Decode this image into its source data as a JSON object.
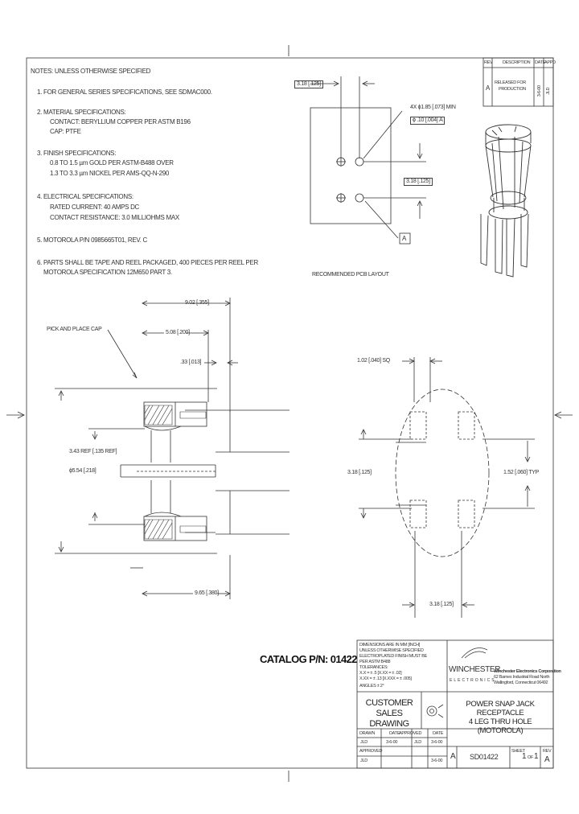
{
  "notes": {
    "title": "NOTES: UNLESS OTHERWISE SPECIFIED",
    "lines": [
      "1. FOR GENERAL SERIES SPECIFICATIONS, SEE SDMAC000.",
      "2. MATERIAL SPECIFICATIONS:",
      "CONTACT: BERYLLIUM COPPER PER ASTM B196",
      "CAP: PTFE",
      "3. FINISH SPECIFICATIONS:",
      "0.8 TO 1.5 µm GOLD PER ASTM-B488 OVER",
      "1.3 TO 3.3 µm NICKEL PER AMS-QQ-N-290",
      "4. ELECTRICAL SPECIFICATIONS:",
      "RATED CURRENT: 40 AMPS DC",
      "CONTACT RESISTANCE: 3.0 MILLIOHMS MAX",
      "5. MOTOROLA P/N 0985665T01, REV. C",
      "6. PARTS SHALL BE TAPE AND REEL PACKAGED, 400 PIECES PER REEL PER",
      "MOTOROLA SPECIFICATION 12M650 PART 3."
    ]
  },
  "revision_block": {
    "headers": [
      "REV",
      "DESCRIPTION",
      "DATE",
      "APPD"
    ],
    "rev": "A",
    "desc_1": "RELEASED FOR",
    "desc_2": "PRODUCTION",
    "date": "3-6-00",
    "appd": "JLD"
  },
  "pcb_layout": {
    "dim_top": "3.18 [.125]",
    "dim_right": "3.18 [.125]",
    "hole_note_1": "4X ϕ1.85 [.073] MIN",
    "hole_note_2": "ϕ .10 [.004] A",
    "datum": "A",
    "caption": "RECOMMENDED PCB LAYOUT"
  },
  "side_view": {
    "dim_overall": "9.02 [.355]",
    "dim_mid": "5.08 [.200]",
    "dim_small": ".33 [.013]",
    "cap_label": "PICK AND PLACE CAP",
    "dim_vert": "3.43 REF [.135 REF]",
    "dim_dia": "ϕ5.54 [.218]",
    "dim_bottom": "9.65 [.380]"
  },
  "end_view": {
    "dim_top": "1.02 [.040] SQ",
    "dim_left": "3.18 [.125]",
    "dim_right": "1.52 [.060] TYP",
    "dim_bottom": "3.18 [.125]"
  },
  "catalog": "CATALOG P/N: 01422",
  "tolerance_block": [
    "DIMENSIONS ARE IN MM [INCH]",
    "UNLESS OTHERWISE SPECIFIED",
    "ELECTROPLATED FINISH MUST BE",
    "PER ASTM B488",
    "TOLERANCES:",
    "X.X = ± .5   [X.XX = ± .02]",
    "X.XX = ± .13  [X.XXX = ± .005]",
    "ANGLES ± 2°"
  ],
  "company": {
    "name": "WINCHESTER",
    "sub": "ELECTRONICS",
    "address_1": "Winchester Electronics Corporation",
    "address_2": "62 Barnes Industrial Road North",
    "address_3": "Wallingford, Connecticut 06492"
  },
  "customer": {
    "line1": "CUSTOMER",
    "line2": "SALES DRAWING"
  },
  "title": {
    "line1": "POWER SNAP JACK RECEPTACLE",
    "line2": "4 LEG THRU HOLE",
    "line3": "(MOTOROLA)"
  },
  "signatures": {
    "drawn": "DRAWN",
    "date": "DATE",
    "approved": "APPROVED",
    "approved2": "APPROVED",
    "drawn_by": "JLD",
    "drawn_date": "3-6-00",
    "appr_by": "JLD",
    "appr_date": "3-6-00",
    "appr2_by": "JLD",
    "appr2_date": "3-6-00"
  },
  "footer": {
    "size": "A",
    "drawing_no": "SD01422",
    "sheet_label": "SHEET",
    "sheet": "1",
    "of_label": "OF",
    "of": "1",
    "rev_label": "REV",
    "rev": "A"
  }
}
